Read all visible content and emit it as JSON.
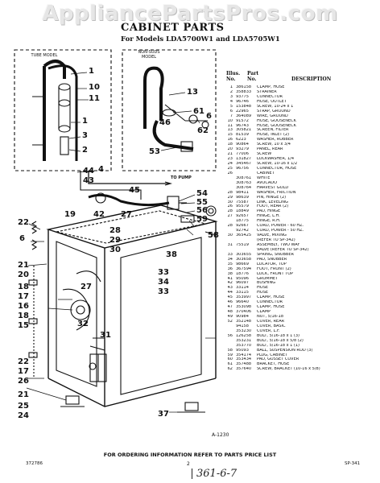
{
  "watermark": "AppliancePartsPros.com",
  "header": {
    "title": "CABINET PARTS",
    "subtitle": "For Models LDA5700W1 and LDA5705W1"
  },
  "parts_table": {
    "col_illus": [
      "Illus.",
      "No."
    ],
    "col_part": [
      "Part",
      "No."
    ],
    "col_desc": "DESCRIPTION",
    "rows": [
      {
        "n": "1",
        "p": "386158",
        "d": "CLAMP, HOSE"
      },
      {
        "n": "2",
        "p": "358833",
        "d": "STRAINER"
      },
      {
        "n": "3",
        "p": "93775",
        "d": "CONNECTOR"
      },
      {
        "n": "4",
        "p": "96746",
        "d": "HOSE, OUTLET"
      },
      {
        "n": "5",
        "p": "153848",
        "d": "SCREW, 10-24 x 1"
      },
      {
        "n": "6",
        "p": "22965",
        "d": "STRAP, GROUND"
      },
      {
        "n": "7",
        "p": "364089",
        "d": "WIRE, GROUND"
      },
      {
        "n": "10",
        "p": "91572",
        "d": "HOSE, GOOSENECK"
      },
      {
        "n": "11",
        "p": "96743",
        "d": "HOSE, GOOSENECK"
      },
      {
        "n": "13",
        "p": "305821",
        "d": "SCREEN, FILTER"
      },
      {
        "n": "15",
        "p": "81539",
        "d": "HOSE, INLET (2)"
      },
      {
        "n": "16",
        "p": "6223",
        "d": "WASHER, RUBBER"
      },
      {
        "n": "18",
        "p": "90864",
        "d": "SCREW, 10 x 3/4"
      },
      {
        "n": "20",
        "p": "93279",
        "d": "PANEL, REAR"
      },
      {
        "n": "21",
        "p": "77006",
        "d": "SCREW"
      },
      {
        "n": "23",
        "p": "131827",
        "d": "LOCKWASHER, 1/4"
      },
      {
        "n": "24",
        "p": "345467",
        "d": "SCREW, 10-16 x 1/2"
      },
      {
        "n": "25",
        "p": "96756",
        "d": "CONNECTOR, HOSE"
      },
      {
        "n": "26",
        "p": "",
        "d": "CABINET"
      },
      {
        "n": "",
        "p": "308761",
        "d": "WHITE"
      },
      {
        "n": "",
        "p": "308763",
        "d": "AVOCADO"
      },
      {
        "n": "",
        "p": "308764",
        "d": "HARVEST GOLD"
      },
      {
        "n": "28",
        "p": "98411",
        "d": "WASHER, FRICTION"
      },
      {
        "n": "29",
        "p": "98639",
        "d": "PIN, HINGE (2)"
      },
      {
        "n": "30",
        "p": "75587",
        "d": "LINK, LEVELING"
      },
      {
        "n": "26",
        "p": "95579",
        "d": "FOOT, REAR (2)"
      },
      {
        "n": "28",
        "p": "18849",
        "d": "PAD, HINGE"
      },
      {
        "n": "27",
        "p": "92657",
        "d": "HINGE, L.H."
      },
      {
        "n": "",
        "p": "18775",
        "d": "HINGE, R.H."
      },
      {
        "n": "28",
        "p": "92667",
        "d": "CORD, POWER - 60 HZ."
      },
      {
        "n": "",
        "p": "92742",
        "d": "CORD, POWER - 50 HZ."
      },
      {
        "n": "30",
        "p": "365425",
        "d": "VALVE, MIXING"
      },
      {
        "n": "",
        "p": "",
        "d": "(REFER TO SP-342)"
      },
      {
        "n": "31",
        "p": "75519",
        "d": "ASSEMBLY, TWO WAY"
      },
      {
        "n": "",
        "p": "",
        "d": "VALVE (REFER TO SP-342)"
      },
      {
        "n": "33",
        "p": "303655",
        "d": "SPRING, SNUBBER"
      },
      {
        "n": "34",
        "p": "303658",
        "d": "PAD, SNUBBER"
      },
      {
        "n": "35",
        "p": "98669",
        "d": "LOCATOR, TOP"
      },
      {
        "n": "36",
        "p": "367594",
        "d": "FOOT, FRONT (2)"
      },
      {
        "n": "38",
        "p": "18776",
        "d": "LOCK, FRONT TOP"
      },
      {
        "n": "41",
        "p": "95096",
        "d": "GROMMET"
      },
      {
        "n": "42",
        "p": "96097",
        "d": "BUSHING"
      },
      {
        "n": "43",
        "p": "33114",
        "d": "HOSE"
      },
      {
        "n": "44",
        "p": "33115",
        "d": "HOSE"
      },
      {
        "n": "45",
        "p": "353997",
        "d": "CLAMP, HOSE"
      },
      {
        "n": "46",
        "p": "96640",
        "d": "CONNECTOR"
      },
      {
        "n": "47",
        "p": "353098",
        "d": "CLAMP, HOSE"
      },
      {
        "n": "48",
        "p": "370406",
        "d": "CLAMP"
      },
      {
        "n": "49",
        "p": "90984",
        "d": "NUT, 5/16-18"
      },
      {
        "n": "52",
        "p": "352148",
        "d": "COVER, REAR"
      },
      {
        "n": "",
        "p": "94158",
        "d": "COVER, BASIC"
      },
      {
        "n": "",
        "p": "353230",
        "d": "COVER, L.F."
      },
      {
        "n": "56",
        "p": "126258",
        "d": "BOLT, 5/16-18 x 1 (3)"
      },
      {
        "n": "",
        "p": "353231",
        "d": "BOLT, 5/16-18 x 5/8 (2)"
      },
      {
        "n": "",
        "p": "353770",
        "d": "BOLT, 5/16-18 x 1 (1)"
      },
      {
        "n": "58",
        "p": "95093",
        "d": "BALL, SUSPENSION ROD (3)"
      },
      {
        "n": "59",
        "p": "354174",
        "d": "PLUG, CABINET"
      },
      {
        "n": "60",
        "p": "353434",
        "d": "PAD, GUSSET COVER"
      },
      {
        "n": "61",
        "p": "357488",
        "d": "BRACKET, HOSE"
      },
      {
        "n": "62",
        "p": "357640",
        "d": "SCREW, BRACKET (10-16 x 5/8)"
      }
    ]
  },
  "diagram": {
    "left_box_label": [
      "TUBE MODEL"
    ],
    "right_box_label": [
      "NON-SUDS",
      "MODEL"
    ],
    "to_pump_label": "TO PUMP",
    "callouts": {
      "left_box": [
        "1",
        "10",
        "11",
        "1",
        "3",
        "2",
        "4"
      ],
      "right_box": [
        "46",
        "13",
        "61",
        "6",
        "62",
        "53"
      ],
      "mid_row": [
        "44",
        "43",
        "45",
        "42",
        "54",
        "55",
        "56",
        "59",
        "58"
      ],
      "left_side": [
        "22",
        "6",
        "21",
        "20",
        "19",
        "27",
        "28",
        "29",
        "30",
        "18",
        "17",
        "16",
        "18",
        "15",
        "22",
        "17",
        "26",
        "21",
        "25",
        "24"
      ],
      "right_side": [
        "38",
        "33",
        "34",
        "33",
        "27",
        "32",
        "31",
        "37"
      ]
    },
    "figure_id": "A-1230"
  },
  "footer": {
    "note": "FOR ORDERING INFORMATION REFER TO PARTS PRICE LIST",
    "doc_code": "372786",
    "page_number": "2",
    "page_code": "SP-341",
    "handwritten": "361-6-7"
  }
}
